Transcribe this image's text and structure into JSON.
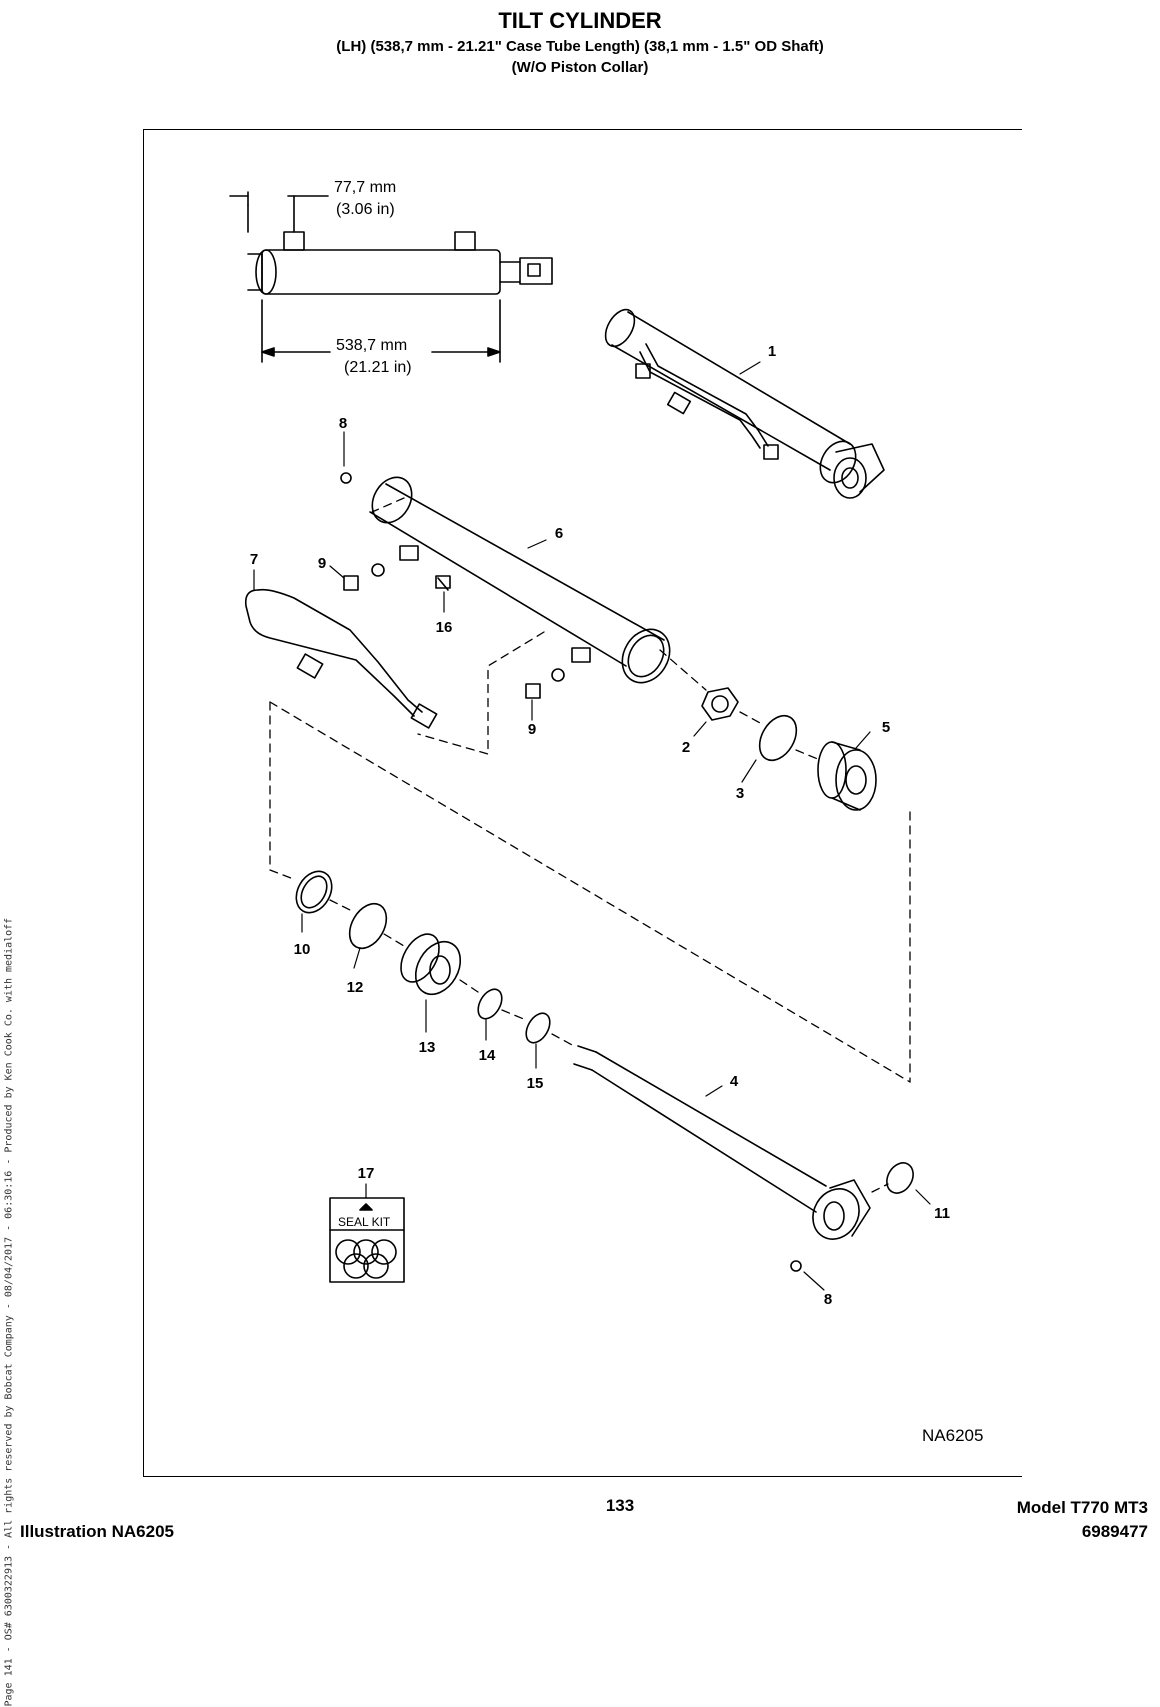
{
  "header": {
    "title": "TILT CYLINDER",
    "subtitle1": "(LH) (538,7 mm - 21.21\" Case Tube Length) (38,1 mm - 1.5\" OD Shaft)",
    "subtitle2": "(W/O Piston Collar)"
  },
  "drawing": {
    "dim_top_mm": "77,7 mm",
    "dim_top_in": "(3.06 in)",
    "dim_len_mm": "538,7 mm",
    "dim_len_in": "(21.21 in)",
    "seal_kit_label": "SEAL KIT",
    "drawing_id": "NA6205",
    "callouts": [
      "1",
      "8",
      "6",
      "7",
      "9",
      "16",
      "9",
      "2",
      "5",
      "3",
      "10",
      "12",
      "13",
      "14",
      "15",
      "4",
      "17",
      "11",
      "8"
    ]
  },
  "footer": {
    "page_number": "133",
    "illustration": "Illustration NA6205",
    "model": "Model T770 MT3",
    "part_number": "6989477",
    "side_text": "Page 141 - OS# 6300322913 - All rights reserved by Bobcat Company - 08/04/2017 - 06:30:16 - Produced by Ken Cook Co. with medialoff"
  }
}
